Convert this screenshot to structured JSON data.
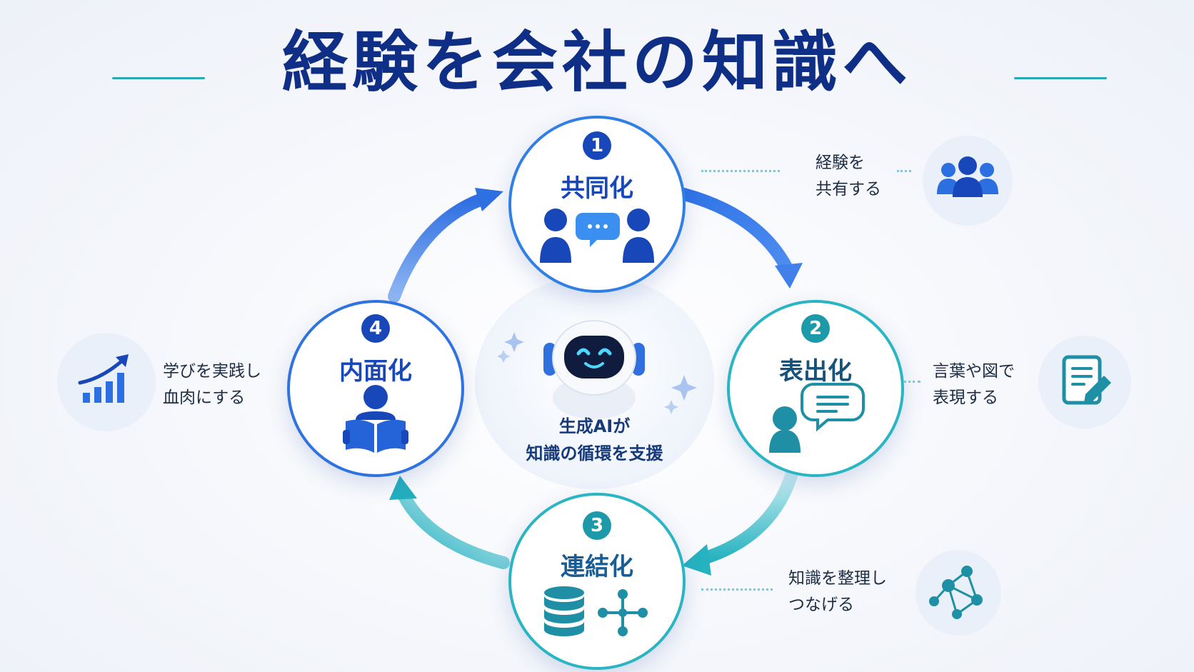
{
  "title": "経験を会社の知識へ",
  "center": {
    "line1": "生成AIが",
    "line2": "知識の循環を支援"
  },
  "stages": [
    {
      "number": "1",
      "label": "共同化",
      "note_line1": "経験を",
      "note_line2": "共有する",
      "icon": "people-chat-icon",
      "side_icon": "group-icon",
      "color": "#1747b8"
    },
    {
      "number": "2",
      "label": "表出化",
      "note_line1": "言葉や図で",
      "note_line2": "表現する",
      "icon": "person-speech-icon",
      "side_icon": "document-pen-icon",
      "color": "#1d9aa9"
    },
    {
      "number": "3",
      "label": "連結化",
      "note_line1": "知識を整理し",
      "note_line2": "つなげる",
      "icon": "database-network-icon",
      "side_icon": "network-icon",
      "color": "#1d9aa9"
    },
    {
      "number": "4",
      "label": "内面化",
      "note_line1": "学びを実践し",
      "note_line2": "血肉にする",
      "icon": "reader-book-icon",
      "side_icon": "growth-chart-icon",
      "color": "#1747b8"
    }
  ]
}
